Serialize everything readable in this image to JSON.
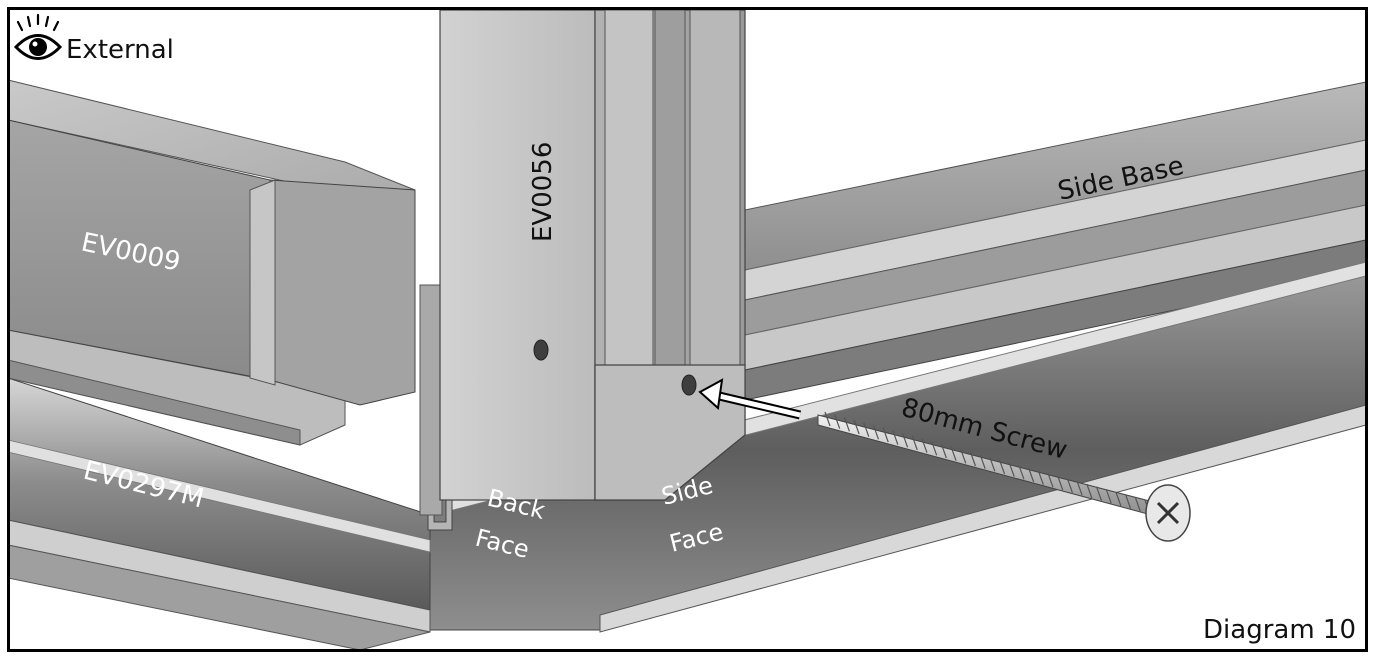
{
  "header": {
    "view_label": "External",
    "view_icon": "eye-icon"
  },
  "parts": {
    "left_rail": "EV0009",
    "post": "EV0056",
    "bottom_channel": "EV0297M",
    "side_base": "Side Base"
  },
  "annotations": {
    "screw": "80mm Screw",
    "back_face_line1": "Back",
    "back_face_line2": "Face",
    "side_face_line1": "Side",
    "side_face_line2": "Face"
  },
  "footer": {
    "diagram_label": "Diagram 10"
  },
  "colors": {
    "frame": "#000000",
    "timber_light": "#cfcfcf",
    "timber_mid": "#b3b3b3",
    "timber_dark": "#8d8d8d",
    "metal_light": "#c4c4c4",
    "metal_dark": "#6e6e6e",
    "arrow": "#ffffff"
  }
}
